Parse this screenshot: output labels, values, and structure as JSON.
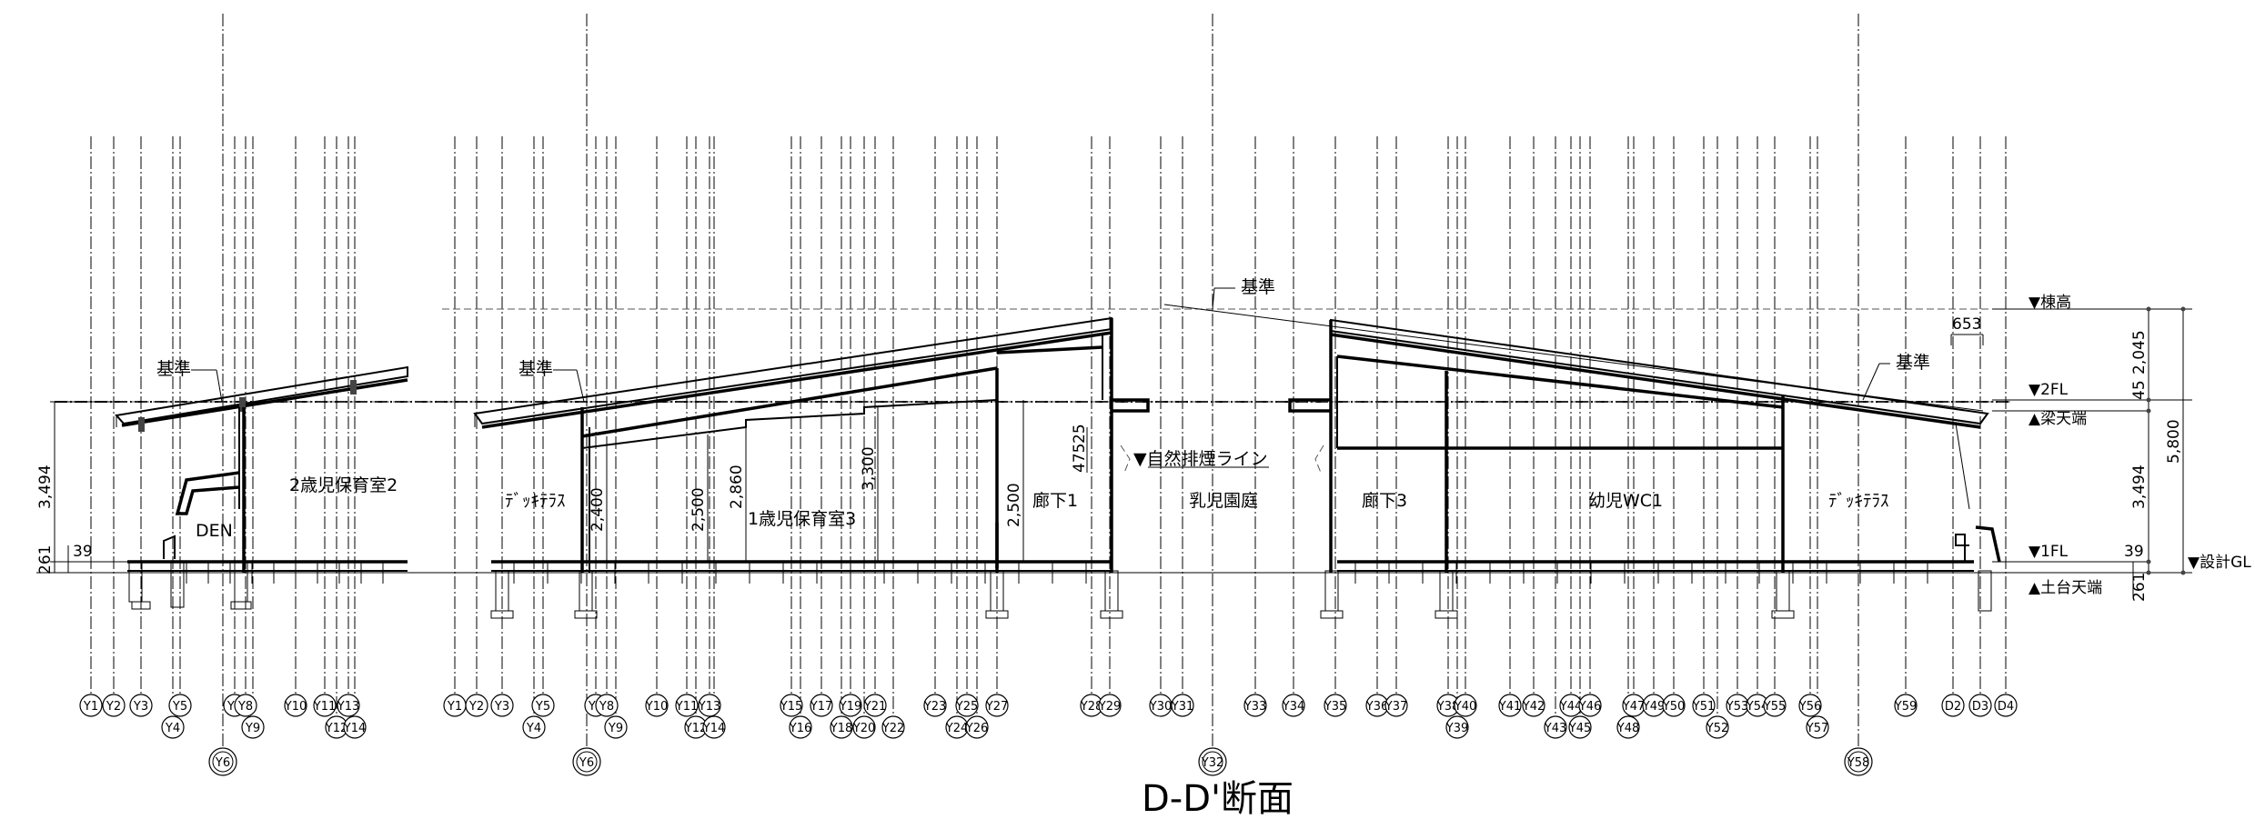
{
  "title": "D-D'断面",
  "rooms": {
    "room_2yr": "2歳児保育室2",
    "den": "DEN",
    "deck_left": "ﾃﾞｯｷﾃﾗｽ",
    "room_1yr": "1歳児保育室3",
    "corridor1": "廊下1",
    "courtyard": "乳児園庭",
    "corridor3": "廊下3",
    "wc": "幼児WC1",
    "deck_right": "ﾃﾞｯｷﾃﾗｽ"
  },
  "notes": {
    "kijun": "基準",
    "smoke_line": "▼自然排煙ライン"
  },
  "levels": {
    "ridge": "▼棟高",
    "fl2": "▼2FL",
    "beam_top": "▲梁天端",
    "fl1": "▼1FL",
    "gl": "▼設計GL",
    "sill_top": "▲土台天端"
  },
  "dimensions": {
    "left_3494": "3,494",
    "left_261": "261",
    "left_39": "39",
    "d2400": "2,400",
    "d2500a": "2,500",
    "d2860": "2,860",
    "d3300": "3,300",
    "d2500b": "2,500",
    "d475": "475",
    "d25": "25",
    "r653": "653",
    "r2045": "2,045",
    "r45": "45",
    "r3494": "3,494",
    "r5800": "5,800",
    "r39": "39",
    "r261": "261"
  },
  "grid_left": [
    {
      "label": "Y1",
      "row": 0
    },
    {
      "label": "Y2",
      "row": 0
    },
    {
      "label": "Y3",
      "row": 0
    },
    {
      "label": "Y5",
      "row": 0
    },
    {
      "label": "Y4",
      "row": 1
    },
    {
      "label": "Y6",
      "row": 2
    },
    {
      "label": "Y7",
      "row": 0
    },
    {
      "label": "Y8",
      "row": 0
    },
    {
      "label": "Y9",
      "row": 1
    },
    {
      "label": "Y10",
      "row": 0
    },
    {
      "label": "Y11",
      "row": 0
    },
    {
      "label": "Y13",
      "row": 0
    },
    {
      "label": "Y12",
      "row": 1
    },
    {
      "label": "Y14",
      "row": 1
    }
  ],
  "grid_main": [
    {
      "label": "Y1",
      "row": 0
    },
    {
      "label": "Y2",
      "row": 0
    },
    {
      "label": "Y3",
      "row": 0
    },
    {
      "label": "Y5",
      "row": 0
    },
    {
      "label": "Y4",
      "row": 1
    },
    {
      "label": "Y6",
      "row": 2
    },
    {
      "label": "Y7",
      "row": 0
    },
    {
      "label": "Y8",
      "row": 0
    },
    {
      "label": "Y9",
      "row": 1
    },
    {
      "label": "Y10",
      "row": 0
    },
    {
      "label": "Y11",
      "row": 0
    },
    {
      "label": "Y13",
      "row": 0
    },
    {
      "label": "Y12",
      "row": 1
    },
    {
      "label": "Y14",
      "row": 1
    },
    {
      "label": "Y15",
      "row": 0
    },
    {
      "label": "Y16",
      "row": 1
    },
    {
      "label": "Y17",
      "row": 0
    },
    {
      "label": "Y19",
      "row": 0
    },
    {
      "label": "Y18",
      "row": 1
    },
    {
      "label": "Y21",
      "row": 0
    },
    {
      "label": "Y20",
      "row": 1
    },
    {
      "label": "Y22",
      "row": 1
    },
    {
      "label": "Y23",
      "row": 0
    },
    {
      "label": "Y25",
      "row": 0
    },
    {
      "label": "Y24",
      "row": 1
    },
    {
      "label": "Y26",
      "row": 1
    },
    {
      "label": "Y27",
      "row": 0
    },
    {
      "label": "Y28",
      "row": 0
    },
    {
      "label": "Y29",
      "row": 0
    },
    {
      "label": "Y30",
      "row": 0
    },
    {
      "label": "Y31",
      "row": 0
    },
    {
      "label": "Y32",
      "row": 2
    },
    {
      "label": "Y33",
      "row": 0
    },
    {
      "label": "Y34",
      "row": 0
    },
    {
      "label": "Y35",
      "row": 0
    },
    {
      "label": "Y36",
      "row": 0
    },
    {
      "label": "Y37",
      "row": 0
    },
    {
      "label": "Y38",
      "row": 0
    },
    {
      "label": "Y40",
      "row": 0
    },
    {
      "label": "Y39",
      "row": 1
    },
    {
      "label": "Y41",
      "row": 0
    },
    {
      "label": "Y42",
      "row": 0
    },
    {
      "label": "Y44",
      "row": 0
    },
    {
      "label": "Y46",
      "row": 0
    },
    {
      "label": "Y43",
      "row": 1
    },
    {
      "label": "Y45",
      "row": 1
    },
    {
      "label": "Y47",
      "row": 0
    },
    {
      "label": "Y49",
      "row": 0
    },
    {
      "label": "Y50",
      "row": 0
    },
    {
      "label": "Y48",
      "row": 1
    },
    {
      "label": "Y51",
      "row": 0
    },
    {
      "label": "Y53",
      "row": 0
    },
    {
      "label": "Y54",
      "row": 0
    },
    {
      "label": "Y55",
      "row": 0
    },
    {
      "label": "Y52",
      "row": 1
    },
    {
      "label": "Y56",
      "row": 0
    },
    {
      "label": "Y57",
      "row": 1
    },
    {
      "label": "Y58",
      "row": 2
    },
    {
      "label": "Y59",
      "row": 0
    },
    {
      "label": "D2",
      "row": 0
    },
    {
      "label": "D3",
      "row": 0
    },
    {
      "label": "D4",
      "row": 0
    }
  ]
}
